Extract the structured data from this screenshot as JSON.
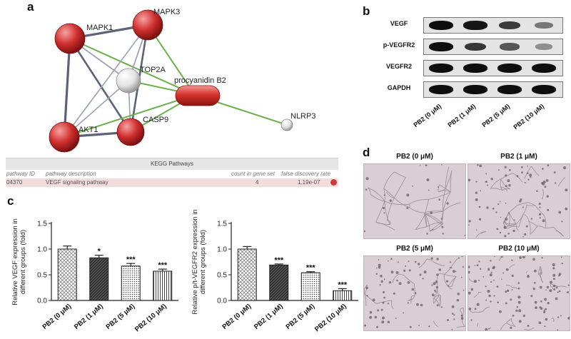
{
  "panels": {
    "a": "a",
    "b": "b",
    "c": "c",
    "d": "d"
  },
  "network": {
    "nodes": [
      {
        "id": "mapk3",
        "label": "MAPK3",
        "kind": "protein"
      },
      {
        "id": "mapk1",
        "label": "MAPK1",
        "kind": "protein"
      },
      {
        "id": "top2a",
        "label": "TOP2A",
        "kind": "inactive"
      },
      {
        "id": "pb2",
        "label": "procyanidin B2",
        "kind": "compound"
      },
      {
        "id": "akt1",
        "label": "AKT1",
        "kind": "protein"
      },
      {
        "id": "casp9",
        "label": "CASP9",
        "kind": "protein"
      },
      {
        "id": "nlrp3",
        "label": "NLRP3",
        "kind": "inactive"
      }
    ]
  },
  "kegg": {
    "title": "KEGG Pathways",
    "headers": [
      "pathway ID",
      "pathway description",
      "count in gene set",
      "false discovery rate"
    ],
    "row": [
      "04370",
      "VEGF signaling pathway",
      "4",
      "1.19e-07"
    ]
  },
  "blot": {
    "rows": [
      {
        "label": "VEGF",
        "bands": [
          1.0,
          0.95,
          0.72,
          0.35
        ]
      },
      {
        "label": "p-VEGFR2",
        "bands": [
          1.0,
          0.75,
          0.55,
          0.2
        ]
      },
      {
        "label": "VEGFR2",
        "bands": [
          1.0,
          1.0,
          1.0,
          1.0
        ]
      },
      {
        "label": "GAPDH",
        "bands": [
          1.0,
          1.0,
          1.0,
          1.0
        ]
      }
    ],
    "lanes": [
      "PB2 (0 μM)",
      "PB2 (1 μM)",
      "PB2 (5 μM)",
      "PB2 (10 μM)"
    ]
  },
  "chart_data": [
    {
      "type": "bar",
      "categories": [
        "PB2 (0 μM)",
        "PB2 (1 μM)",
        "PB2 (5 μM)",
        "PB2 (10 μM)"
      ],
      "values": [
        1.0,
        0.83,
        0.67,
        0.57
      ],
      "errors": [
        0.06,
        0.05,
        0.05,
        0.04
      ],
      "significance": [
        "",
        "*",
        "***",
        "***"
      ],
      "ylabel": "Relative VEGF expression in different groups (fold)",
      "ylabel_lines": [
        "Relative VEGF expression in",
        "different groups (fold)"
      ],
      "ylim": [
        0,
        1.5
      ],
      "yticks": [
        "0.0",
        "0.5",
        "1.0",
        "1.5"
      ],
      "patterns": [
        "cross",
        "dark-diag",
        "dots",
        "vlines"
      ]
    },
    {
      "type": "bar",
      "categories": [
        "PB2 (0 μM)",
        "PB2 (1 μM)",
        "PB2 (5 μM)",
        "PB2 (10 μM)"
      ],
      "values": [
        1.0,
        0.69,
        0.54,
        0.19
      ],
      "errors": [
        0.05,
        0.02,
        0.02,
        0.04
      ],
      "significance": [
        "",
        "***",
        "***",
        "***"
      ],
      "ylabel": "Relative p/t-VEGFR2 expression in different groups (fold)",
      "ylabel_lines": [
        "Relative p/t-VEGFR2 expression in",
        "different groups (fold)"
      ],
      "ylim": [
        0,
        1.5
      ],
      "yticks": [
        "0.0",
        "0.5",
        "1.0",
        "1.5"
      ],
      "patterns": [
        "cross",
        "dark-diag",
        "dots",
        "vlines"
      ]
    }
  ],
  "micro": {
    "titles": [
      "PB2 (0 μM)",
      "PB2 (1 μM)",
      "PB2 (5 μM)",
      "PB2 (10 μM)"
    ]
  },
  "colors": {
    "protein": "#c8262b",
    "inactive": "#e4e4e4",
    "green_edge": "#6ab04c",
    "grey_edge": "#9aa2b4",
    "dark_edge": "#5b6378"
  }
}
